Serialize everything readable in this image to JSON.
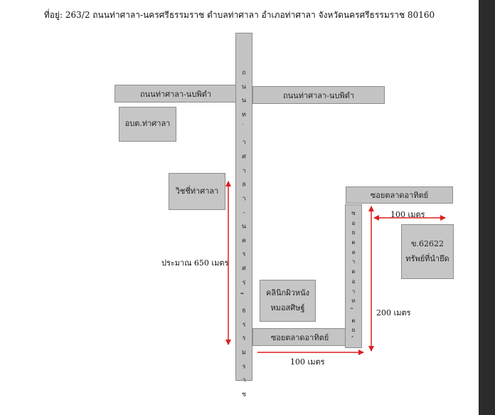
{
  "address": "ที่อยู่: 263/2 ถนนท่าศาลา-นครศรีธรรมราช ตำบลท่าศาลา อำเภอท่าศาลา จังหวัดนครศรีธรรมราช 80160",
  "roads": {
    "main_vertical": "ถนนท่าศาลา-นครศรีธรรมราช",
    "left_road": "ถนนท่าศาลา-นบพิตำ",
    "right_road": "ถนนท่าศาลา-นบพิตำ",
    "soi_bottom": "ซอยตลาดอาทิตย์",
    "soi_top_right": "ซอยตลาดอาทิตย์",
    "soi_vertical": "ซอยตลาดอาทิตย์"
  },
  "places": {
    "obt": "อบต.ท่าศาลา",
    "school": "วิชชี่ท่าศาลา",
    "clinic": [
      "คลินิกผิวหนัง",
      "หมอสศิษฐ์"
    ],
    "target": [
      "ข.62622",
      "ทรัพย์ที่นำยึด"
    ]
  },
  "distances": {
    "approx_650": "ประมาณ 650 เมตร",
    "bottom_100": "100 เมตร",
    "right_200": "200 เมตร",
    "top_100": "100 เมตร"
  },
  "colors": {
    "arrow": "#dd1f1f",
    "road_fill": "#c4c4c4",
    "road_border": "#8c8c8c"
  }
}
